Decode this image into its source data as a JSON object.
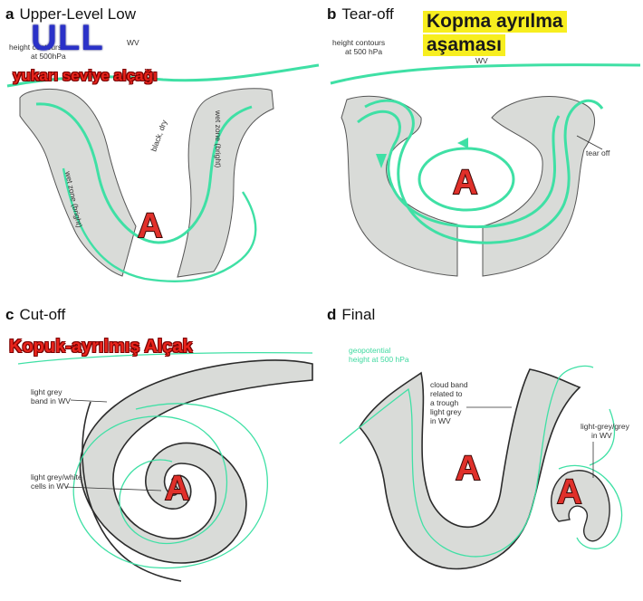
{
  "panels": {
    "a": {
      "letter": "a",
      "title": "Upper-Level Low",
      "overlay_abbrev": "ULL",
      "overlay_turkish": "yukarı seviye alçağı",
      "wv_label": "WV",
      "contour_label_1": "height contours",
      "contour_label_2": "at 500hPa",
      "wet_zone_left": "wet zone (bright)",
      "wet_zone_right": "wet zone (bright)",
      "dry_label": "black, dry",
      "low_symbol": "A"
    },
    "b": {
      "letter": "b",
      "title": "Tear-off",
      "overlay_turkish_1": "Kopma ayrılma",
      "overlay_turkish_2": "aşaması",
      "contour_label_1": "height contours",
      "contour_label_2": "at 500 hPa",
      "wv_label": "WV",
      "tear_off_label": "tear off",
      "low_symbol": "A"
    },
    "c": {
      "letter": "c",
      "title": "Cut-off",
      "overlay_turkish": "Kopuk-ayrılmış Alçak",
      "band_label_1": "light grey",
      "band_label_2": "band in WV",
      "cells_label_1": "light grey/white",
      "cells_label_2": "cells in WV",
      "low_symbol": "A"
    },
    "d": {
      "letter": "d",
      "title": "Final",
      "geo_label_1": "geopotential",
      "geo_label_2": "height at 500 hPa",
      "cloud_label_1": "cloud band",
      "cloud_label_2": "related to",
      "cloud_label_3": "a trough",
      "cloud_label_4": "light grey",
      "cloud_label_5": "in WV",
      "lg_label_1": "light-grey/grey",
      "lg_label_2": "in WV",
      "low_symbol_1": "A",
      "low_symbol_2": "A"
    }
  },
  "colors": {
    "band_fill": "#d9dbd8",
    "band_stroke": "#2b2b2b",
    "contour": "#3fe0a5",
    "low_symbol": "#e0302a",
    "ull_text": "#2a31c8",
    "turkish_red": "#e8231b",
    "highlight_yellow": "#f7ee1f"
  }
}
